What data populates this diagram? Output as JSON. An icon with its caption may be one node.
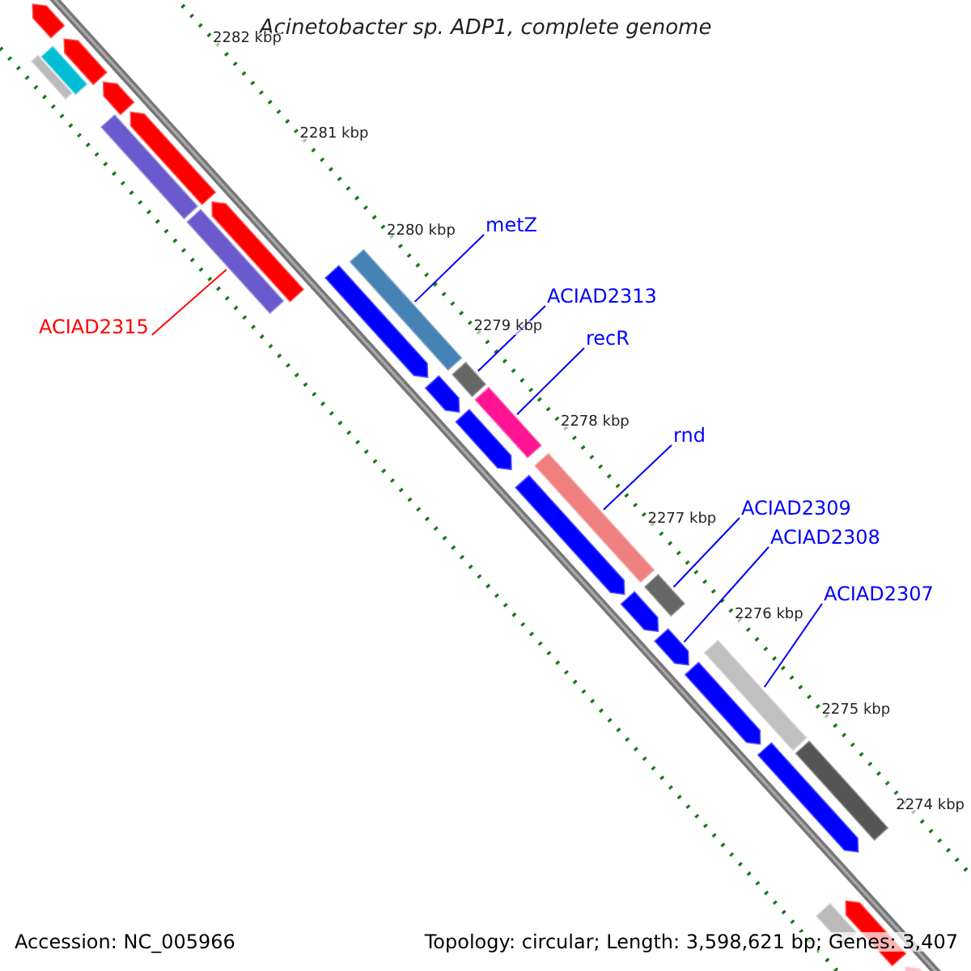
{
  "diagram": {
    "title": "Acinetobacter sp. ADP1, complete genome",
    "nodes": [
      {
        "text": [
          "metZ"
        ]
      },
      {
        "text": [
          "ACIAD2313"
        ]
      },
      {
        "text": [
          "ACIAD2315"
        ]
      },
      {
        "text": [
          "recR"
        ]
      },
      {
        "text": [
          "rnd"
        ]
      },
      {
        "text": [
          "ACIAD2309"
        ]
      },
      {
        "text": [
          "ACIAD2308"
        ]
      },
      {
        "text": [
          "ACIAD2307"
        ]
      },
      {
        "text": [],
        "shape": "arrow"
      },
      {
        "text": [],
        "shape": "bar"
      },
      {
        "text": [],
        "shape": "bar"
      },
      {
        "text": [],
        "shape": "arrow"
      },
      {
        "text": [],
        "shape": "arrow"
      },
      {
        "text": [],
        "shape": "bar"
      },
      {
        "text": [],
        "shape": "arrow"
      },
      {
        "text": [],
        "shape": "bar"
      },
      {
        "text": [],
        "shape": "arrow"
      },
      {
        "text": [],
        "shape": "arrow"
      },
      {
        "text": [],
        "shape": "bar"
      },
      {
        "text": [],
        "shape": "arrow"
      },
      {
        "text": [],
        "shape": "bar"
      },
      {
        "text": [],
        "shape": "bar"
      },
      {
        "text": [],
        "shape": "arrow"
      },
      {
        "text": [],
        "shape": "bar"
      },
      {
        "text": [],
        "shape": "arrow"
      },
      {
        "text": [],
        "shape": "arrow"
      },
      {
        "text": [],
        "shape": "bar"
      },
      {
        "text": [],
        "shape": "arrow"
      },
      {
        "text": [],
        "shape": "bar"
      },
      {
        "text": [],
        "shape": "arrow"
      },
      {
        "text": [],
        "shape": "arrow"
      },
      {
        "text": [],
        "shape": "bar"
      },
      {
        "text": [],
        "shape": "bar"
      },
      {
        "text": [],
        "shape": "arrow"
      },
      {
        "text": [],
        "shape": "arrow"
      }
    ],
    "edges": [
      {
        "from": 0,
        "to": 18,
        "arrow": "none"
      },
      {
        "from": 1,
        "to": 20,
        "arrow": "none"
      },
      {
        "from": 2,
        "to": 15,
        "arrow": "none",
        "color": "#ff0000"
      },
      {
        "from": 3,
        "to": 21,
        "arrow": "none"
      },
      {
        "from": 4,
        "to": 23,
        "arrow": "none"
      },
      {
        "from": 5,
        "to": 26,
        "arrow": "none"
      },
      {
        "from": 6,
        "to": 27,
        "arrow": "none"
      },
      {
        "from": 7,
        "to": 28,
        "arrow": "none"
      }
    ],
    "labels": [
      "2282 kbp",
      "2281 kbp",
      "2280 kbp",
      "2279 kbp",
      "2278 kbp",
      "2277 kbp",
      "2276 kbp",
      "2275 kbp",
      "2274 kbp",
      "Accession: NC_005966",
      "Topology: circular; Length: 3,598,621 bp; Genes: 3,407"
    ]
  }
}
